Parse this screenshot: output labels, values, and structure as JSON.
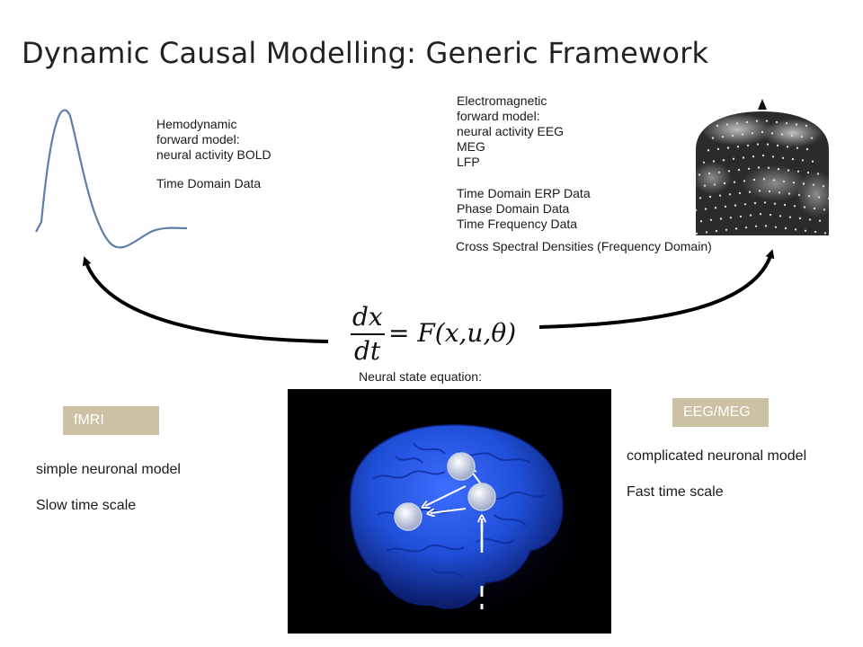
{
  "title": "Dynamic Causal Modelling: Generic Framework",
  "fmri_panel": {
    "model_lines": [
      "Hemodynamic",
      "forward model:",
      "neural activity BOLD"
    ],
    "data_type": "Time Domain Data"
  },
  "eeg_panel": {
    "model_lines": [
      "Electromagnetic",
      "forward model:",
      "neural activity EEG",
      "MEG",
      "LFP"
    ],
    "data_types": [
      "Time Domain ERP Data",
      "Phase Domain Data",
      "Time Frequency Data"
    ],
    "cross_spectral": "Cross Spectral Densities (Frequency Domain)"
  },
  "equation": {
    "label": "Neural state equation:",
    "numerator": "dx",
    "denominator": "dt",
    "rhs": "= F(x,u,θ)"
  },
  "left_column": {
    "badge": "fMRI",
    "model": "simple neuronal model",
    "time_scale": "Slow time scale"
  },
  "right_column": {
    "badge": "EEG/MEG",
    "model": "complicated neuronal model",
    "time_scale": "Fast time scale"
  },
  "colors": {
    "badge_bg": "#ccc1a3",
    "bold_curve": "#5b7fa8",
    "brain": "#1f4fd8"
  }
}
